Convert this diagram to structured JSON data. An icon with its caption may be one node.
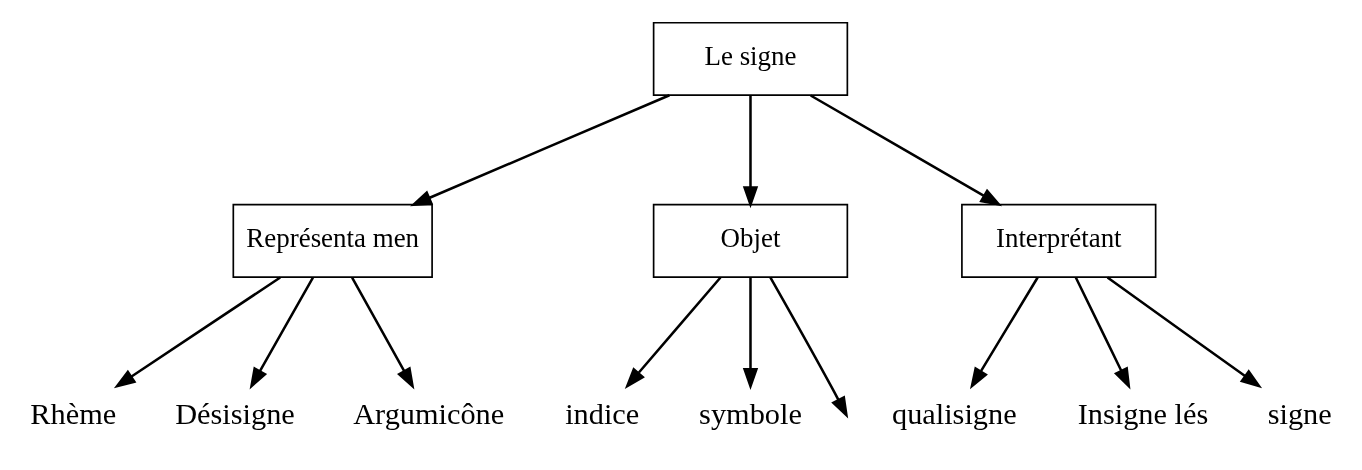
{
  "diagram": {
    "nodes": [
      {
        "text": [
          "Le signe"
        ]
      },
      {
        "text": [
          "Représenta men"
        ]
      },
      {
        "text": [
          "Objet"
        ]
      },
      {
        "text": [
          "Interprétant"
        ]
      },
      {
        "text": [
          "Rhème"
        ]
      },
      {
        "text": [
          "Désisigne"
        ]
      },
      {
        "text": [
          "Argumicône"
        ]
      },
      {
        "text": [
          "indice"
        ]
      },
      {
        "text": [
          "symbole"
        ]
      },
      {
        "text": [
          "qualisigne"
        ]
      },
      {
        "text": [
          "Insigne lés"
        ]
      },
      {
        "text": [
          "signe"
        ]
      }
    ],
    "edges": [
      {
        "from": 0,
        "to": 1,
        "arrow": "to"
      },
      {
        "from": 0,
        "to": 2,
        "arrow": "to"
      },
      {
        "from": 0,
        "to": 3,
        "arrow": "to"
      },
      {
        "from": 1,
        "to": 4,
        "arrow": "to"
      },
      {
        "from": 1,
        "to": 5,
        "arrow": "to"
      },
      {
        "from": 1,
        "to": 6,
        "arrow": "to"
      },
      {
        "from": 2,
        "to": 7,
        "arrow": "to"
      },
      {
        "from": 2,
        "to": 8,
        "arrow": "to"
      },
      {
        "from": 2,
        "to": null,
        "arrow": "to"
      },
      {
        "from": 3,
        "to": 9,
        "arrow": "to"
      },
      {
        "from": 3,
        "to": 10,
        "arrow": "to"
      },
      {
        "from": 3,
        "to": 11,
        "arrow": "to"
      }
    ]
  }
}
